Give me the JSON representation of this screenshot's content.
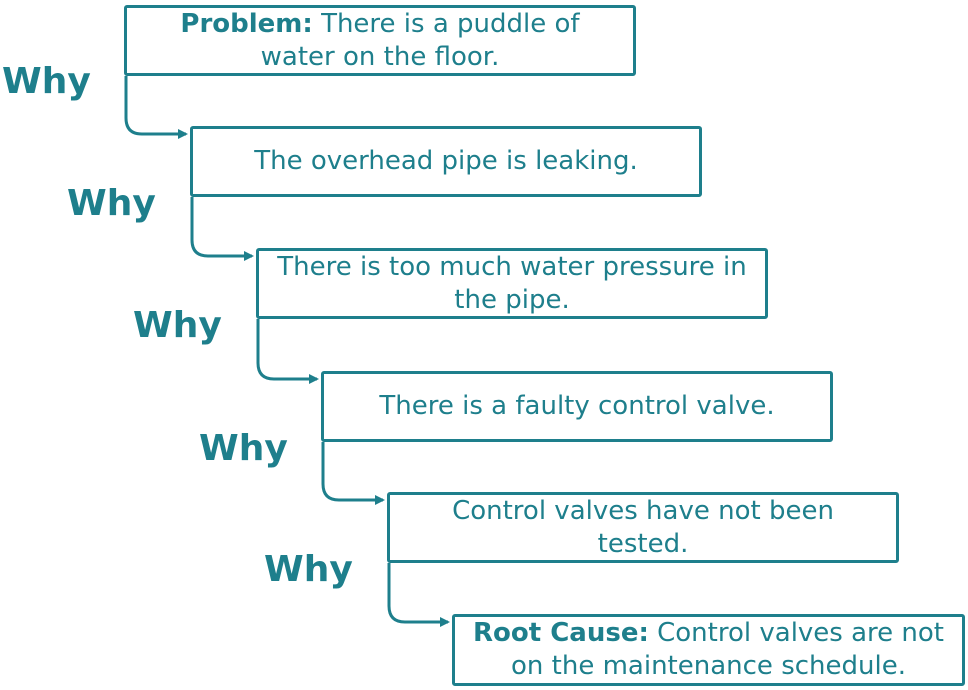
{
  "diagram": {
    "boxes": [
      {
        "lead": "Problem:",
        "text": "There is a puddle of water on the floor."
      },
      {
        "lead": "",
        "text": "The overhead pipe is leaking."
      },
      {
        "lead": "",
        "text": "There is too much water pressure in the pipe."
      },
      {
        "lead": "",
        "text": "There is a faulty control valve."
      },
      {
        "lead": "",
        "text": "Control valves have not been tested."
      },
      {
        "lead": "Root Cause:",
        "text": "Control valves are not on the maintenance schedule."
      }
    ],
    "why_labels": [
      "Why",
      "Why",
      "Why",
      "Why",
      "Why"
    ],
    "colors": {
      "accent": "#1e7f8c",
      "background": "#ffffff"
    }
  }
}
